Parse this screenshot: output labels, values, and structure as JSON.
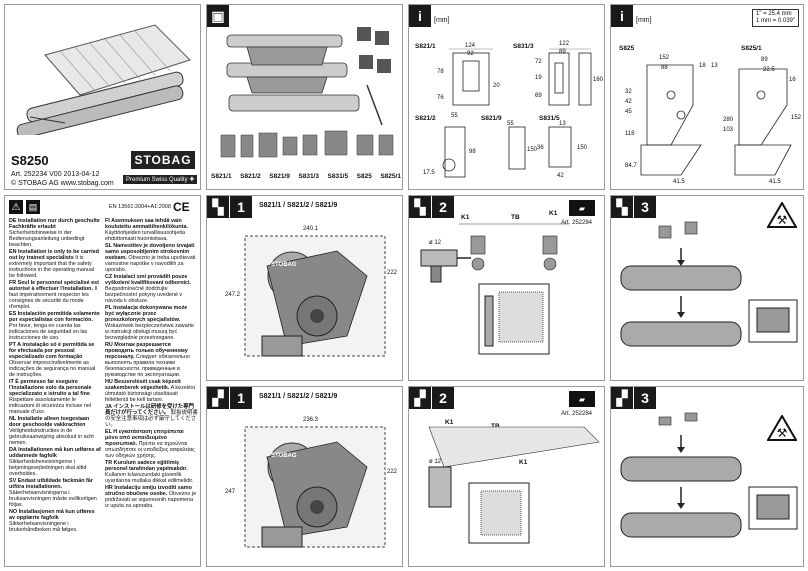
{
  "title_panel": {
    "model": "S8250",
    "art_line": "Art. 252234 V00 2013-04-12",
    "copyright": "© STOBAG AG  www.stobag.com",
    "brand": "STOBAG",
    "tagline": "Premium Swiss Quality"
  },
  "parts_panel": {
    "labels": [
      "S821/1",
      "S821/2",
      "S821/9",
      "S831/3",
      "S831/5",
      "S825",
      "S825/1"
    ]
  },
  "dims_panel_1": {
    "unit": "[mm]",
    "labels": {
      "s821_1": "S821/1",
      "s831_3": "S831/3",
      "s821_2": "S821/2",
      "s821_9": "S821/9",
      "s831_5": "S831/5"
    },
    "dims": [
      "124",
      "92",
      "78",
      "20",
      "76",
      "55",
      "98",
      "17.5",
      "122",
      "89",
      "72",
      "19",
      "69",
      "160",
      "55",
      "150",
      "13",
      "36",
      "150",
      "42"
    ]
  },
  "dims_panel_2": {
    "unit": "[mm]",
    "conversion": [
      "1\" = 25.4 mm",
      "1 mm = 0.039\""
    ],
    "labels": {
      "s825": "S825",
      "s825_1": "S825/1"
    },
    "dims": [
      "152",
      "88",
      "18",
      "13",
      "32",
      "42",
      "45",
      "118",
      "84.7",
      "41.5",
      "89",
      "22.5",
      "16",
      "280",
      "103",
      "152",
      "41.5"
    ]
  },
  "safety": {
    "en_standard": "EN 13561:2004+A1:2008",
    "col1": [
      {
        "head": "DE Installation nur durch geschulte Fachkräfte erlaubt",
        "body": "Sicherheitshinweise in der Bedienungsanleitung unbedingt beachten."
      },
      {
        "head": "EN Installation is only to be carried out by trained specialists",
        "body": "It is extremely important that the safety instructions in the operating manual be followed."
      },
      {
        "head": "FR Seul le personnel spécialisé est autorisé à effectuer l'installation.",
        "body": "Il faut impérativement respecter les consignes de sécurité du mode d'emploi."
      },
      {
        "head": "ES Instalación permitida solamente por especialistas con formación.",
        "body": "Por favor, tenga en cuenta las indicaciones de seguridad en las instrucciones de uso."
      },
      {
        "head": "PT A instalação só é permitida se for efectuada por pessoal especializado com formação",
        "body": "Observar imprescindivelmente as indicações de segurança no manual de instruções."
      },
      {
        "head": "IT È permesso far eseguire l'installazione solo da personale specializzato e istruito a tal fine",
        "body": "Rispettare assolutamente le indicazioni di sicurezza incluse nel manuale d'uso."
      },
      {
        "head": "NL Installatie alleen toegestaan door geschoolde vakkrachten",
        "body": "Veiligheidsinstructies in de gebruiksaanwijzing absoluut in acht nemen."
      },
      {
        "head": "DA Installationen må kun udføres af uddannede fagfolk",
        "body": "Sikkerhedshenvisningerne i betjeningsvejledningen skal altid overholdes."
      },
      {
        "head": "SV Endast utbildade fackmän får utföra installationen.",
        "body": "Säkerhetsanvisningarna i bruksanvisningen måste ovillkorligen följas."
      },
      {
        "head": "NO Installasjonen må kun utføres av opplærte fagfolk",
        "body": "Sikkerhetsanvisningene i brukerhåndboken må følges."
      }
    ],
    "col2": [
      {
        "head": "FI Asennuksen saa tehdä vain koulutettu ammattihenkilökunta.",
        "body": "Käyttöohjeiden turvallisuusohjeita ehdottomasti huomioitava."
      },
      {
        "head": "SL Namestitev je dovoljeno izvajati samo usposobljenim strokovnim osebam.",
        "body": "Obvezno je treba upoštevati varnostne napotke v navodilih za uporabo."
      },
      {
        "head": "CZ Instalaci smí provádět pouze vyškolení kvalifikovaní odborníci.",
        "body": "Bezpodmínečně dodržujte bezpečnostní pokyny uvedené v návodu k obsluze."
      },
      {
        "head": "PL Instalacja dokonywana może być wyłącznie przez przeszkolonych specjalistów.",
        "body": "Wskazówek bezpieczeństwa zawarte w instrukcji obsługi muszą być bezwzględnie przestrzegane."
      },
      {
        "head": "RU Монтаж разрешается проводить только обученному персоналу.",
        "body": "Следует обязательно выполнять правила техники безопасности, приведенные в руководстве по эксплуатации."
      },
      {
        "head": "HU Beszerelését csak képzett szakemberek végezhetik.",
        "body": "A kezelési útmutató biztonsági utasításait feltétlenül be kell tartani."
      },
      {
        "head": "JA インストールは研修を受けた専門員だけが行ってください。",
        "body": "取扱説明書の安全注意事項は必ず厳守してください。"
      },
      {
        "head": "EL Η εγκατάσταση επιτρέπεται μόνο από εκπαιδευμένο προσωπικό.",
        "body": "Πρέπει να τηρούνται οπωσδήποτε οι υποδείξεις ασφαλείας των οδηγιών χρήσης."
      },
      {
        "head": "TR Kurulum sadece eğitilmiş personel tarafından yapılmalıdır.",
        "body": "Kullanım kılavuzundaki güvenlik uyarılarına mutlaka dikkat edilmelidir."
      },
      {
        "head": "HR Instalaciju smiju izvoditi samo stručno obučene osobe.",
        "body": "Obvezno je pridržavati se sigurnosnih napomena iz uputa za uporabu."
      }
    ]
  },
  "step1_top": {
    "step": "1",
    "models": "S821/1 / S821/2 / S821/9",
    "dims": [
      "240.1",
      "247.2",
      "222"
    ],
    "brand": "STOBAG"
  },
  "step2_top": {
    "step": "2",
    "k1": "K1",
    "tb": "TB",
    "k1b": "K1",
    "drill": "ø 12",
    "art": "Art. 252284"
  },
  "step3_top": {
    "step": "3"
  },
  "step1_bot": {
    "step": "1",
    "models": "S821/1 / S821/2 / S821/9",
    "dims": [
      "236.3",
      "247",
      "222"
    ],
    "brand": "STOBAG"
  },
  "step2_bot": {
    "step": "2",
    "k1": "K1",
    "tb": "TB",
    "k1b": "K1",
    "drill": "ø 12",
    "art": "Art. 252284"
  },
  "step3_bot": {
    "step": "3"
  }
}
